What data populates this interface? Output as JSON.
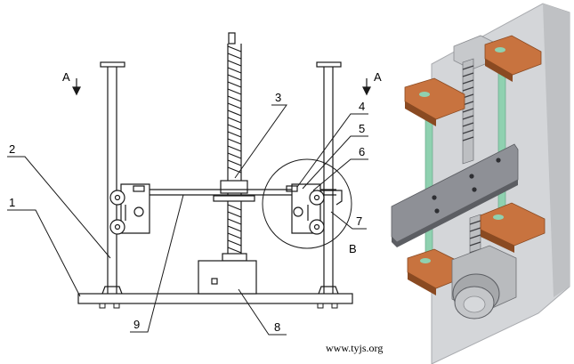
{
  "labels": {
    "l1": "1",
    "l2": "2",
    "l3": "3",
    "l4": "4",
    "l5": "5",
    "l6": "6",
    "l7": "7",
    "l8": "8",
    "l9": "9",
    "section_left": "A",
    "section_right": "A",
    "detail": "B"
  },
  "watermark": "www.tyjs.org",
  "colors": {
    "line": "#1a1a1a",
    "bracket": "#c8733f",
    "bracket_dark": "#8a4a22",
    "rod": "#8fd1b0",
    "plate": "#8e9096",
    "plate_dark": "#5c5e63",
    "panel": "#d4d6d9",
    "panel_edge": "#a9abaf",
    "motor": "#b9bbbe"
  }
}
